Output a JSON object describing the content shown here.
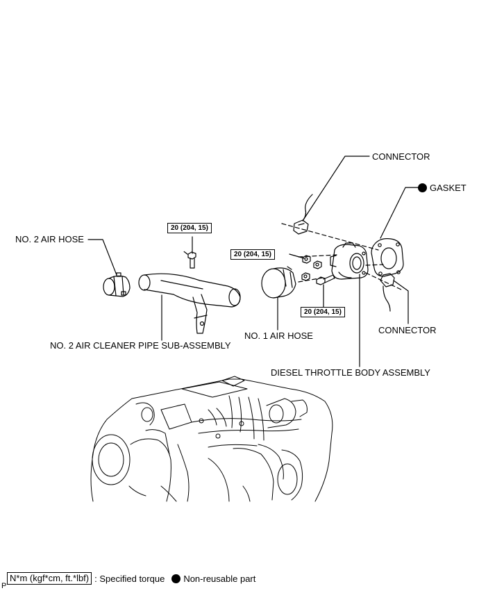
{
  "labels": {
    "connector_top": "CONNECTOR",
    "gasket": "GASKET",
    "no2_air_hose": "NO. 2 AIR HOSE",
    "torque_top": "20 (204, 15)",
    "torque_mid": "20 (204, 15)",
    "torque_low": "20 (204, 15)",
    "no2_pipe": "NO. 2 AIR CLEANER PIPE SUB-ASSEMBLY",
    "no1_air_hose": "NO. 1 AIR HOSE",
    "connector_right": "CONNECTOR",
    "throttle_body": "DIESEL THROTTLE BODY ASSEMBLY"
  },
  "legend": {
    "unit": "N*m (kgf*cm, ft.*lbf)",
    "specified": ": Specified torque",
    "non_reusable": "Non-reusable part"
  },
  "page_mark": "P"
}
